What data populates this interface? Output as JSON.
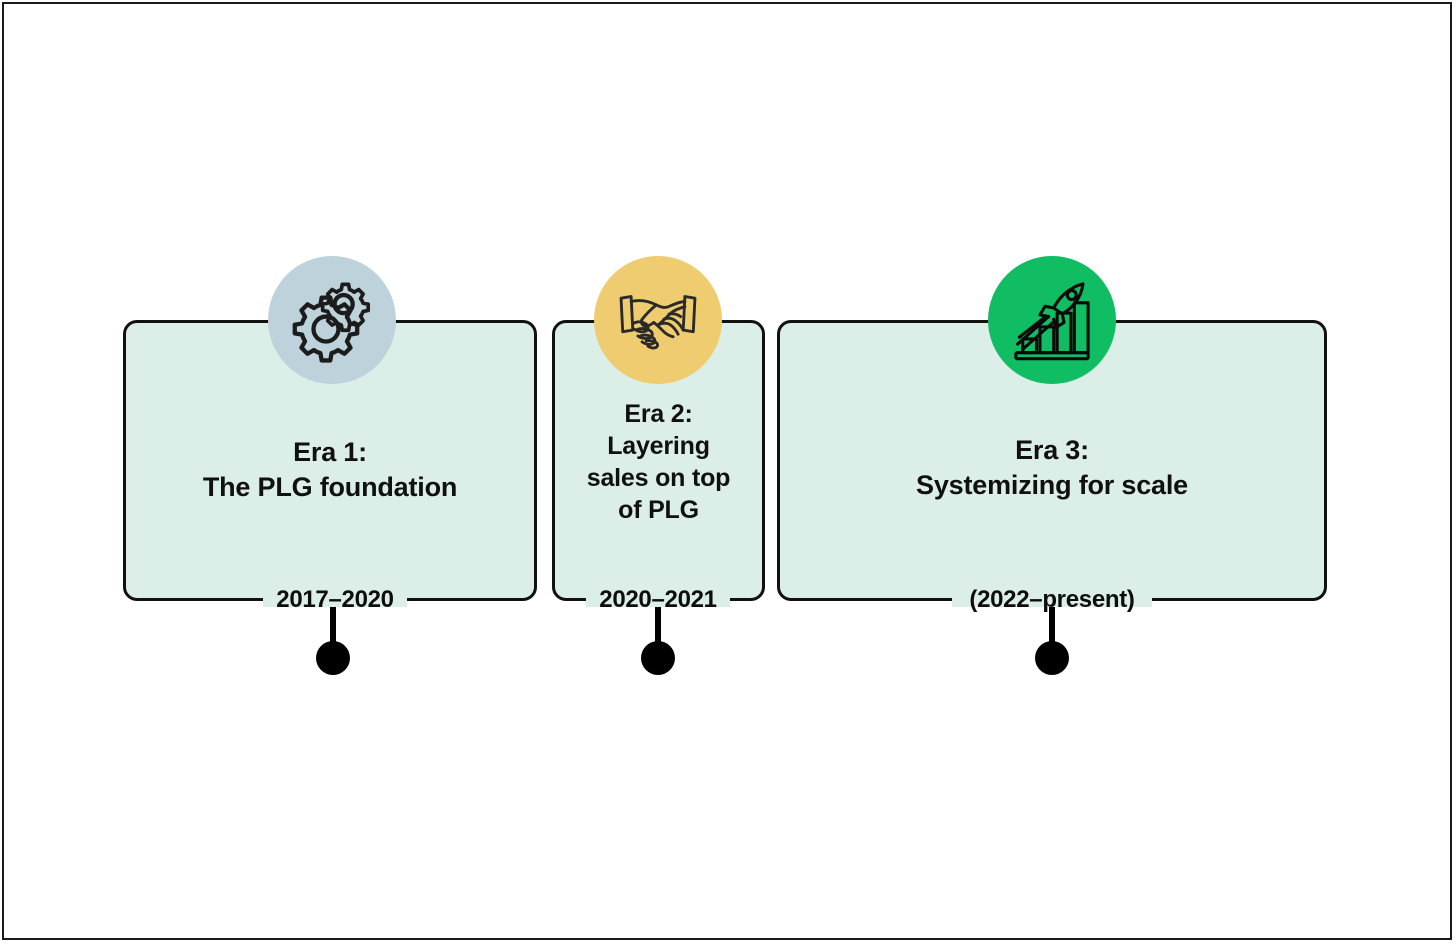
{
  "diagram": {
    "type": "horizontal-timeline",
    "background_color": "#ffffff",
    "frame_color": "#1a1a1a",
    "axis_color": "#000000",
    "card_fill": "#dceee8",
    "card_border": "#111111",
    "text_color": "#101010"
  },
  "eras": [
    {
      "id": "era-1",
      "title": "Era 1:\nThe PLG foundation",
      "date_label": "2017–2020",
      "icon": "gears-icon",
      "badge_color": "#bdd2da",
      "icon_stroke": "#1c1c1c"
    },
    {
      "id": "era-2",
      "title": "Era 2:\nLayering\nsales on top\nof PLG",
      "date_label": "2020–2021",
      "icon": "handshake-icon",
      "badge_color": "#f0cc70",
      "icon_stroke": "#2a2a2a"
    },
    {
      "id": "era-3",
      "title": "Era 3:\nSystemizing for scale",
      "date_label": "(2022–present)",
      "icon": "rocket-growth-icon",
      "badge_color": "#10bd63",
      "icon_stroke": "#0a0a0a"
    }
  ]
}
